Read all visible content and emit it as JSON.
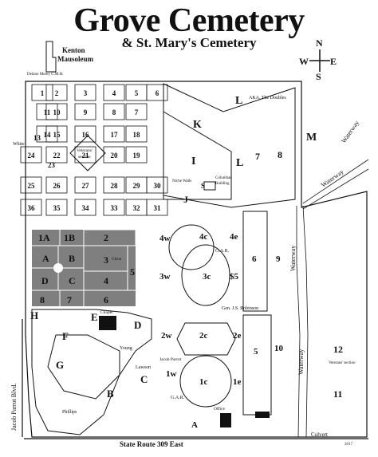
{
  "title": "Grove Cemetery",
  "subtitle": "& St. Mary's Cemetery",
  "compass": {
    "n": "N",
    "s": "S",
    "e": "E",
    "w": "W"
  },
  "landmarks": {
    "kenton_mausoleum": "Kenton Mausoleum",
    "delano_morey": "Delano Morey C.M.H.",
    "doubles": "AKA. The Doubles",
    "veterans_section": "Veterans' section",
    "veterans_section_12": "Veterans' section",
    "chapel": "Chapel",
    "glenn": "Glenn",
    "columbar": "Columbar. Building",
    "niche_walls": "Niche Walls",
    "gar_top": "G.A.R.",
    "gar_bottom": "G.A.R.",
    "robinson": "Gen. J.S. Robinson",
    "young": "Young",
    "jacob_parrot": "Jacob Parrot",
    "lawson": "Lawson",
    "phillips": "Phillips",
    "white": "White",
    "office": "Office",
    "culvert": "Culvert",
    "year": "2017"
  },
  "roads": {
    "state_route": "State Route 309 East",
    "jacob_parrot_blvd": "Jacob Parrot Blvd.",
    "waterway": "Waterway"
  },
  "grid_sections": [
    [
      "1",
      "2",
      "3",
      "4",
      "5",
      "6"
    ],
    [
      "11",
      "10",
      "9",
      "8",
      "7"
    ],
    [
      "14",
      "15",
      "16",
      "17",
      "18"
    ],
    [
      "24",
      "22",
      "21",
      "20",
      "19"
    ],
    [
      "25",
      "26",
      "27",
      "28",
      "29",
      "30"
    ],
    [
      "36",
      "35",
      "34",
      "33",
      "32",
      "31"
    ]
  ],
  "extra_labels": [
    "12",
    "13",
    "23"
  ],
  "gray_sections": [
    "1A",
    "1B",
    "2",
    "A",
    "B",
    "D",
    "C",
    "3",
    "4",
    "5",
    "7",
    "8",
    "6"
  ],
  "lettered_sections": [
    "H",
    "E",
    "F",
    "G",
    "B",
    "C",
    "D",
    "K",
    "I",
    "J",
    "L",
    "M"
  ],
  "middle_sections": [
    "4w",
    "4c",
    "4e",
    "3w",
    "3c",
    "$5",
    "6",
    "2w",
    "2c",
    "2e",
    "1w",
    "1c",
    "1e",
    "5",
    "9",
    "10",
    "7",
    "8",
    "12",
    "11",
    "A",
    "L",
    "S",
    "L"
  ],
  "colors": {
    "gray": "#7f7f7f",
    "ink": "#111111"
  }
}
